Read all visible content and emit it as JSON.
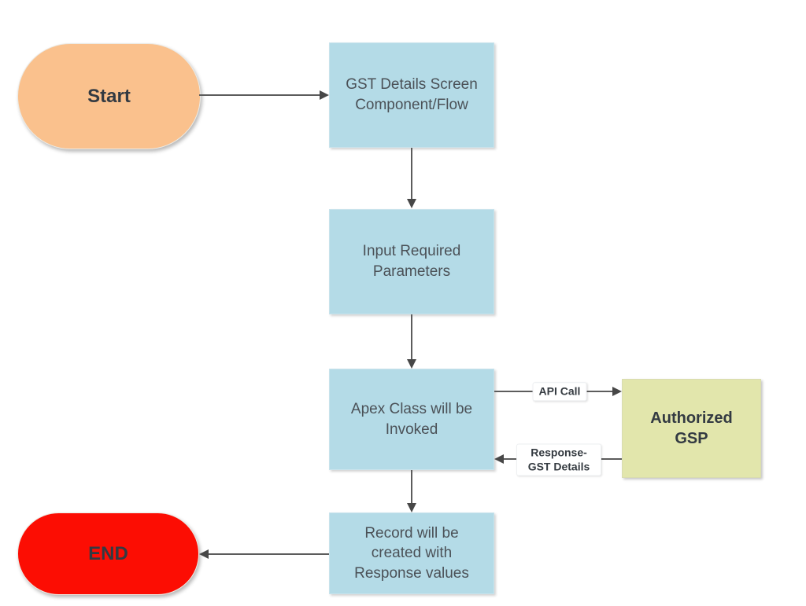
{
  "diagram": {
    "type": "flowchart",
    "nodes": {
      "start": {
        "label": "Start",
        "shape": "stadium",
        "fill": "#FAC18D"
      },
      "gst_screen": {
        "label": "GST Details Screen Component/Flow",
        "shape": "rectangle",
        "fill": "#B4DBE7"
      },
      "input_params": {
        "label": "Input Required Parameters",
        "shape": "rectangle",
        "fill": "#B4DBE7"
      },
      "apex_class": {
        "label": "Apex Class will be Invoked",
        "shape": "rectangle",
        "fill": "#B4DBE7"
      },
      "authorized_gsp": {
        "label": "Authorized GSP",
        "shape": "rectangle",
        "fill": "#E2E6AC"
      },
      "record_created": {
        "label": "Record will be created with Response values",
        "shape": "rectangle",
        "fill": "#B4DBE7"
      },
      "end": {
        "label": "END",
        "shape": "stadium",
        "fill": "#FC0D03"
      }
    },
    "edges": {
      "start_to_gst": {
        "from": "start",
        "to": "gst_screen",
        "label": ""
      },
      "gst_to_input": {
        "from": "gst_screen",
        "to": "input_params",
        "label": ""
      },
      "input_to_apex": {
        "from": "input_params",
        "to": "apex_class",
        "label": ""
      },
      "apex_to_gsp": {
        "from": "apex_class",
        "to": "authorized_gsp",
        "label": "API Call"
      },
      "gsp_to_apex": {
        "from": "authorized_gsp",
        "to": "apex_class",
        "label": "Response-GST Details"
      },
      "apex_to_record": {
        "from": "apex_class",
        "to": "record_created",
        "label": ""
      },
      "record_to_end": {
        "from": "record_created",
        "to": "end",
        "label": ""
      }
    },
    "colors": {
      "background": "#FFFFFF",
      "line": "#5C5C5C",
      "arrowhead": "#474747",
      "terminator_text": "#333A42",
      "process_text": "#4B5157"
    }
  }
}
